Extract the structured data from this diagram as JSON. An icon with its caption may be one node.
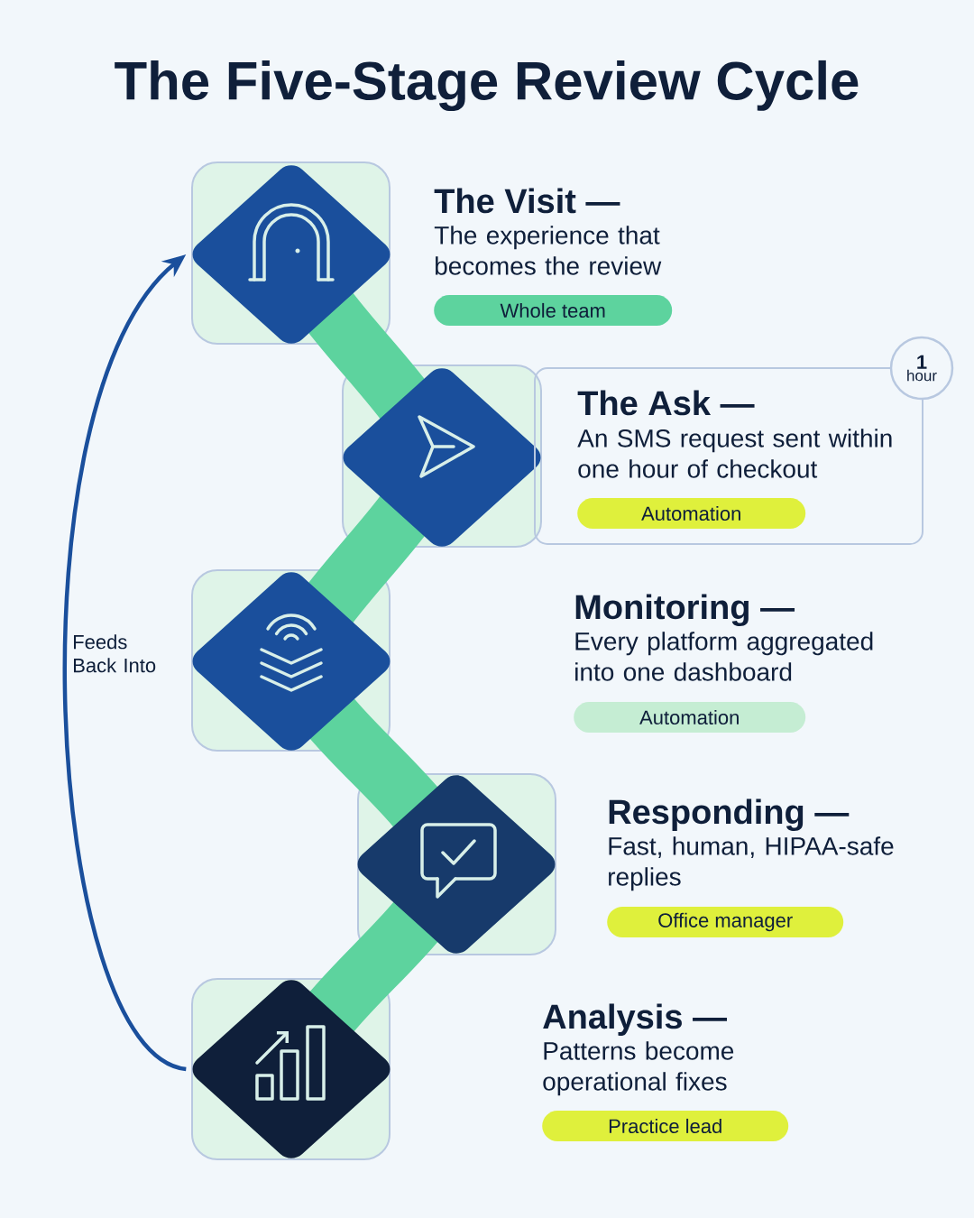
{
  "diagram": {
    "title": "The Five-Stage Review Cycle",
    "nodes": [
      {
        "text": [],
        "shape": "diamond"
      },
      {
        "text": [
          "Whole team"
        ],
        "beside": [
          "The Visit —",
          "The experience that becomes the review"
        ]
      },
      {
        "text": [],
        "shape": "diamond"
      },
      {
        "text": [
          "The Ask —",
          "An SMS request sent within one hour of checkout"
        ]
      },
      {
        "text": [
          "Automation"
        ],
        "in": 3
      },
      {
        "text": [
          "1",
          "hour"
        ]
      },
      {
        "text": [],
        "shape": "diamond"
      },
      {
        "text": [
          "Automation"
        ],
        "beside": [
          "Monitoring —",
          "Every platform aggregated into one dashboard"
        ]
      },
      {
        "text": [],
        "shape": "diamond"
      },
      {
        "text": [
          "Office manager"
        ],
        "beside": [
          "Responding —",
          "Fast, human, HIPAA-safe replies"
        ]
      },
      {
        "text": [],
        "shape": "diamond"
      },
      {
        "text": [
          "Practice lead"
        ],
        "beside": [
          "Analysis —",
          "Patterns become operational fixes"
        ]
      }
    ],
    "edges": [
      {
        "from": 10,
        "to": 0,
        "arrow": "to",
        "label": "Feeds Back Into"
      }
    ]
  }
}
